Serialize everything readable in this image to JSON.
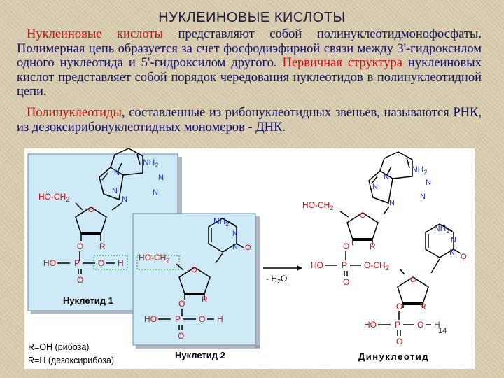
{
  "slide": {
    "title": "НУКЛЕИНОВЫЕ КИСЛОТЫ",
    "paragraph1": {
      "term1": "Нуклеиновые кислоты",
      "text1": " представляют собой полинуклеотидмонофосфаты. Полимерная цепь образуется за счет фосфодиэфирной связи между 3'-гидроксилом одного нуклеотида и 5'-гидроксилом другого. ",
      "term2": "Первичная структура",
      "text2": " нуклеиновых кислот представляет собой порядок чередования нуклеотидов в полинуклеотидной цепи."
    },
    "paragraph2": {
      "term": "Полинуклеотиды",
      "text": ", составленные из рибонуклеотидных звеньев, называются РНК, из дезоксирибонуклеотидных мономеров - ДНК."
    },
    "page_number": "14"
  },
  "figure": {
    "labels": {
      "nucleotide1": "Нуклетид 1",
      "nucleotide2": "Нуклетид 2",
      "dinucleotide": "Динуклеотид",
      "ribose_note": "R=OH (рибоза)",
      "deoxyribose_note": "R=H (дезоксирибоза)",
      "water_loss": "- H",
      "water_sub": "2",
      "water_o": "O"
    },
    "atoms": {
      "nh2": "NH",
      "nh2_sub": "2",
      "n": "N",
      "o": "O",
      "r": "R",
      "ho_ch2": "HO-CH",
      "ch2_sub": "2",
      "o_ch2": "O-CH",
      "ho": "HO",
      "p": "P",
      "h": "H"
    },
    "colors": {
      "bond": "#000000",
      "atom_red": "#d01010",
      "atom_blue": "#1a2cc0",
      "panel_bg": "#cdeaf6"
    }
  }
}
